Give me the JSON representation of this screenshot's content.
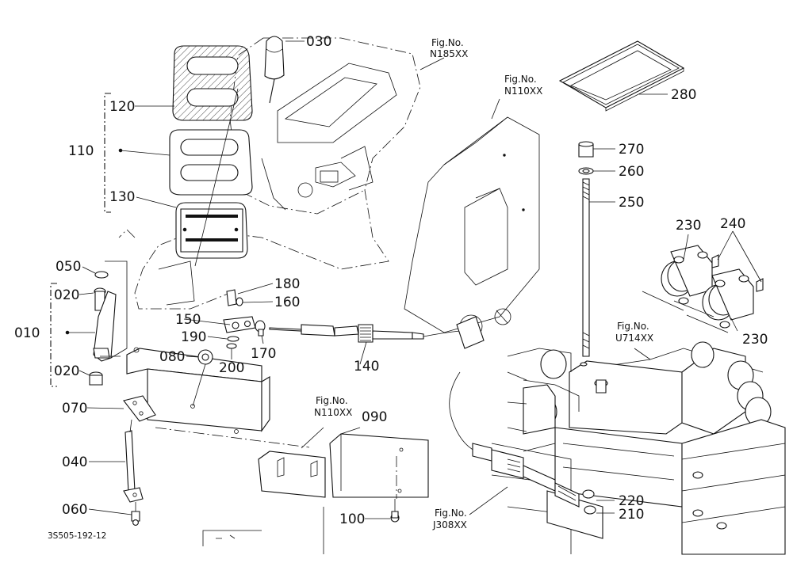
{
  "diagram": {
    "part_numbers": [
      "030",
      "120",
      "110",
      "130",
      "050",
      "020",
      "010",
      "020",
      "070",
      "040",
      "060",
      "080",
      "150",
      "180",
      "160",
      "190",
      "200",
      "170",
      "140",
      "090",
      "100",
      "280",
      "270",
      "260",
      "250",
      "230",
      "240",
      "230",
      "220",
      "210"
    ],
    "figure_refs": [
      "Fig.No.",
      "N185XX",
      "Fig.No.",
      "N110XX",
      "Fig.No.",
      "U714XX",
      "Fig.No.",
      "N110XX",
      "Fig.No.",
      "J308XX"
    ],
    "drawing_code": "3S505-192-12"
  }
}
